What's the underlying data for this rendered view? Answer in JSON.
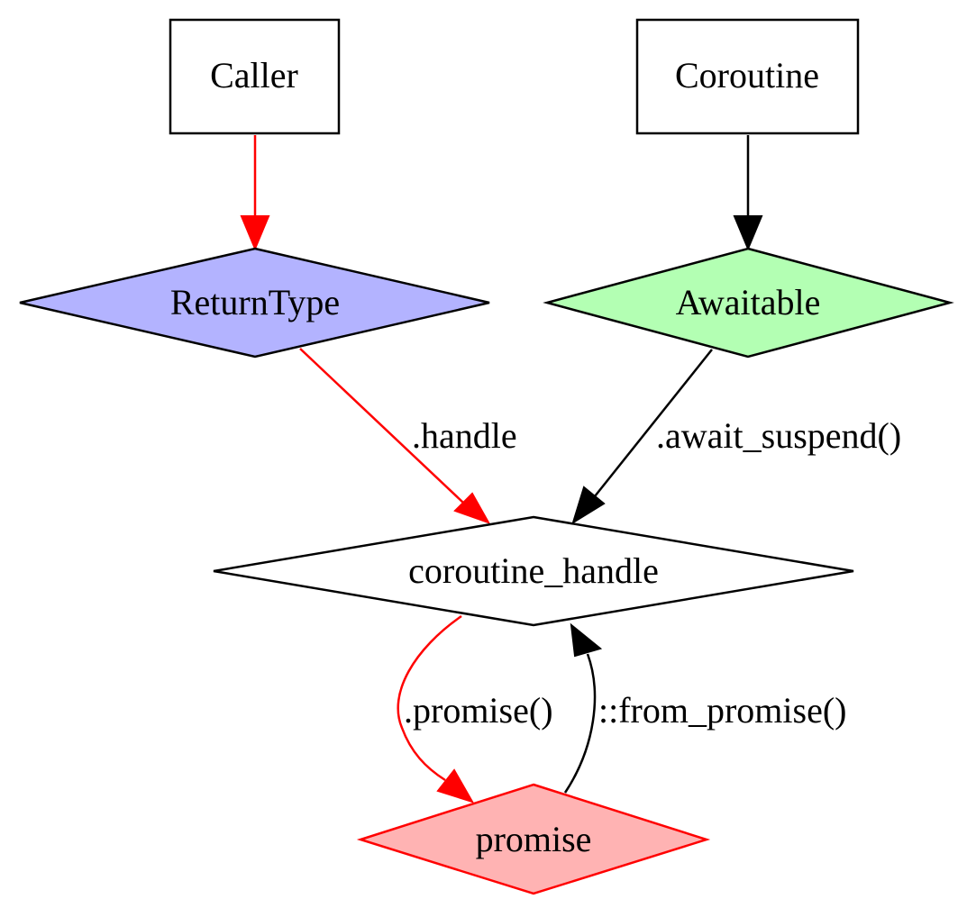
{
  "nodes": {
    "caller": {
      "label": "Caller",
      "fill": "#ffffff",
      "stroke": "#000000"
    },
    "coroutine": {
      "label": "Coroutine",
      "fill": "#ffffff",
      "stroke": "#000000"
    },
    "return_type": {
      "label": "ReturnType",
      "fill": "#b3b3ff",
      "stroke": "#000000"
    },
    "awaitable": {
      "label": "Awaitable",
      "fill": "#b3ffb3",
      "stroke": "#000000"
    },
    "coroutine_handle": {
      "label": "coroutine_handle",
      "fill": "#ffffff",
      "stroke": "#000000"
    },
    "promise": {
      "label": "promise",
      "fill": "#ffb3b3",
      "stroke": "#ff0000"
    }
  },
  "edges": {
    "caller_to_return_type": {
      "label": "",
      "color": "#ff0000"
    },
    "coroutine_to_awaitable": {
      "label": "",
      "color": "#000000"
    },
    "return_type_to_handle": {
      "label": ".handle",
      "color": "#ff0000"
    },
    "awaitable_to_handle": {
      "label": ".await_suspend()",
      "color": "#000000"
    },
    "handle_to_promise": {
      "label": ".promise()",
      "color": "#ff0000"
    },
    "promise_to_handle": {
      "label": "::from_promise()",
      "color": "#000000"
    }
  }
}
